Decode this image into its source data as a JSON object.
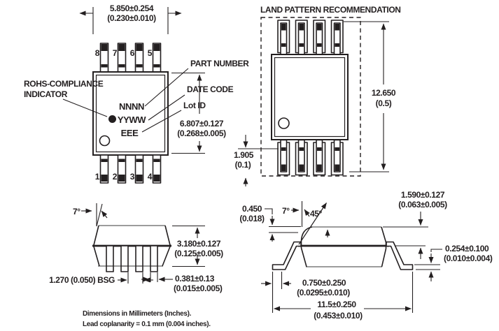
{
  "land_pattern": {
    "title": "LAND PATTERN RECOMMENDATION",
    "dim_height_mm": "12.650",
    "dim_height_in": "(0.5)",
    "dim_pad_mm": "1.905",
    "dim_pad_in": "(0.1)"
  },
  "top_view": {
    "rohs_label_1": "ROHS-COMPLIANCE",
    "rohs_label_2": "INDICATOR",
    "part_number_label": "PART NUMBER",
    "date_code_label": "DATE CODE",
    "lot_id_label": "Lot ID",
    "marking_part": "NNNN",
    "marking_date": "YYWW",
    "marking_lot": "EEE",
    "pins_top": [
      "8",
      "7",
      "6",
      "5"
    ],
    "pins_bottom": [
      "1",
      "2",
      "3",
      "4"
    ],
    "dim_width_mm": "5.850±0.254",
    "dim_width_in": "(0.230±0.010)",
    "dim_length_mm": "6.807±0.127",
    "dim_length_in": "(0.268±0.005)"
  },
  "side_view": {
    "angle": "7°",
    "dim_height_mm": "3.180±0.127",
    "dim_height_in": "(0.125±0.005)",
    "dim_lead_mm": "0.381±0.13",
    "dim_lead_in": "(0.015±0.005)",
    "dim_pitch": "1.270 (0.050) BSG"
  },
  "end_view": {
    "angle_lead": "7°",
    "angle_chamfer": "45°",
    "dim_chamfer_mm": "0.450",
    "dim_chamfer_in": "(0.018)",
    "dim_shoulder_mm": "1.590±0.127",
    "dim_shoulder_in": "(0.063±0.005)",
    "dim_thickness_mm": "0.254±0.100",
    "dim_thickness_in": "(0.010±0.004)",
    "dim_foot_mm": "0.750±0.250",
    "dim_foot_in": "(0.0295±0.010)",
    "dim_span_mm": "11.5±0.250",
    "dim_span_in": "(0.453±0.010)"
  },
  "notes": {
    "line1": "Dimensions in Millimeters (Inches).",
    "line2": "Lead coplanarity = 0.1 mm (0.004 inches)."
  }
}
